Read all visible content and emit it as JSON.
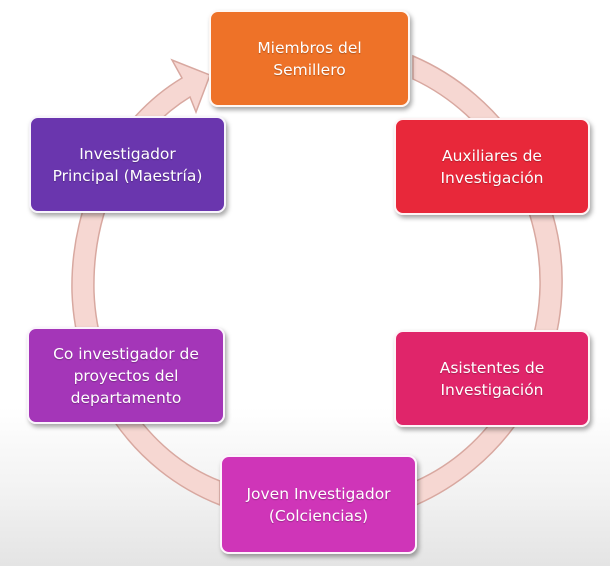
{
  "nodes": [
    {
      "label": "Miembros del\nSemillero",
      "color": "#ee7228"
    },
    {
      "label": "Auxiliares de\nInvestigación",
      "color": "#e8283a"
    },
    {
      "label": "Asistentes de\nInvestigación",
      "color": "#e0256a"
    },
    {
      "label": "Joven Investigador\n(Colciencias)",
      "color": "#cf35b8"
    },
    {
      "label": "Co investigador de\nproyectos del\ndepartamento",
      "color": "#a436b8"
    },
    {
      "label": "Investigador\nPrincipal (Maestría)",
      "color": "#6a36ae"
    }
  ],
  "cycle_arrow_color": "#f6d7d2",
  "cycle_arrow_stroke": "#d8a8a0"
}
